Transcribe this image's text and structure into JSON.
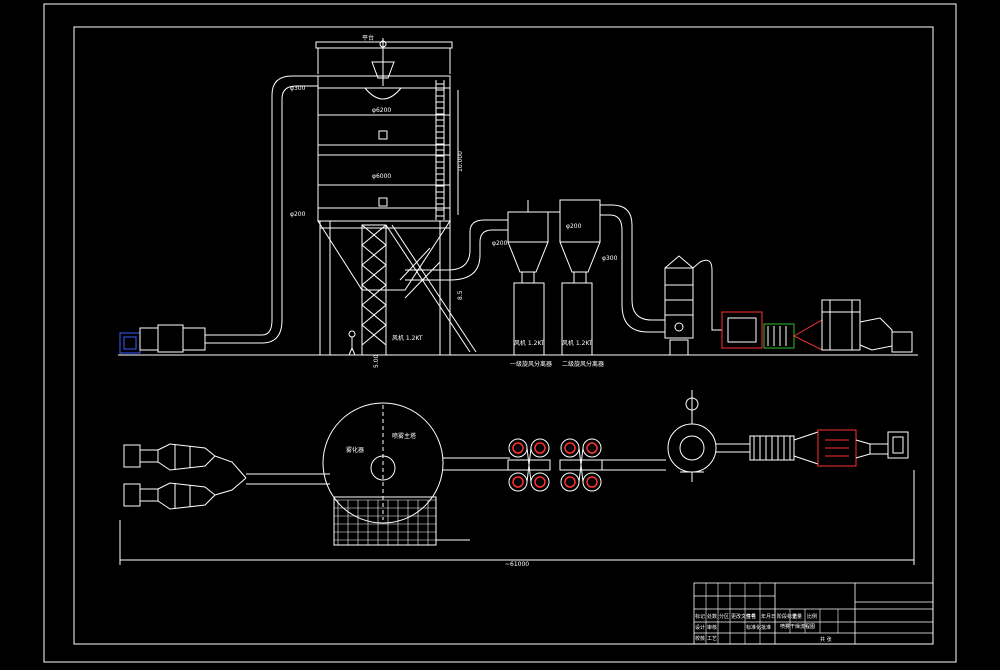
{
  "colors": {
    "background": "#000000",
    "line": "#ffffff",
    "accent_red": "#ff3030",
    "accent_blue": "#3a5cff",
    "accent_green": "#30c030"
  },
  "elevation": {
    "top_label": "平台",
    "dim_upper": "φ6200",
    "dim_lower": "φ6000",
    "height": "10.000",
    "height_lower": "8.5",
    "dim_left_1": "φ200",
    "dim_left_2": "φ300",
    "duct_label_1": "φ200",
    "duct_label_2": "φ200",
    "duct_label_3": "φ300",
    "fan1": "风机 1.2KT",
    "fan2": "风机 1.2KT",
    "fan3": "风机 1.2KT",
    "cyclone1_caption": "一级旋风分离器",
    "cyclone2_caption": "二级旋风分离器",
    "ground_label": "5.00"
  },
  "plan": {
    "tower_label": "喷雾主塔",
    "center_label": "雾化器",
    "overall_dim": "~61000"
  },
  "title_block": {
    "cells": [
      "标记",
      "处数",
      "分区",
      "更改文件号",
      "签名",
      "年月日",
      "设计",
      "校核",
      "审核",
      "工艺",
      "标准化",
      "批准",
      "阶段标记",
      "重量",
      "比例"
    ],
    "drawing_title": "喷雾干燥流程图",
    "sheet_label": "共  张"
  }
}
